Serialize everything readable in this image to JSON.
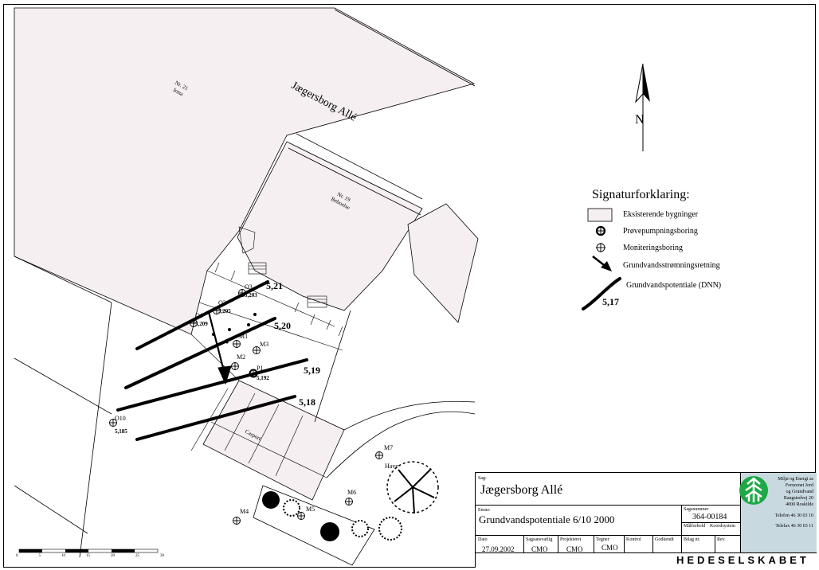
{
  "map": {
    "street_name": "Jægersborg Allé",
    "buildings": [
      {
        "number": "Nr. 21",
        "use": "Irma"
      },
      {
        "number": "Nr. 19",
        "use": "Beboelse"
      }
    ],
    "carport_label": "Carport",
    "north_label": "N",
    "wells": [
      {
        "id": "O1",
        "value": "5,209"
      },
      {
        "id": "O2",
        "value": "5,205"
      },
      {
        "id": "O3",
        "value": "5,203"
      },
      {
        "id": "M1",
        "value": ""
      },
      {
        "id": "M2",
        "value": ""
      },
      {
        "id": "M3",
        "value": ""
      },
      {
        "id": "P1",
        "value": "5,192"
      },
      {
        "id": "O10",
        "value": "5,185"
      },
      {
        "id": "M4",
        "value": ""
      },
      {
        "id": "M5",
        "value": ""
      },
      {
        "id": "M6",
        "value": ""
      },
      {
        "id": "M7",
        "value": ""
      }
    ],
    "contours": [
      "5,21",
      "5,20",
      "5,19",
      "5,18"
    ],
    "have_label": "Have"
  },
  "legend": {
    "title": "Signaturforklaring:",
    "items": [
      {
        "label": "Eksisterende bygninger"
      },
      {
        "label": "Prøvepumpningsboring"
      },
      {
        "label": "Moniteringsboring"
      },
      {
        "label": "Grundvandsstrømningsretning"
      },
      {
        "label": "Grundvandspotentiale (DNN)"
      }
    ],
    "sample_value": "5,17"
  },
  "scale_bar": {
    "ticks": [
      "0",
      "5",
      "10",
      "15",
      "20",
      "25",
      "30"
    ]
  },
  "title_block": {
    "sag_label": "Sag:",
    "sag": "Jægersborg Allé",
    "emne_label": "Emne:",
    "emne": "Grundvandspotentiale 6/10 2000",
    "sagsnummer_label": "Sagsnummer",
    "sagsnummer": "364-00184",
    "maalforhold_label": "Målforhold",
    "koordsystem_label": "Koordsystem",
    "dato_label": "Dato",
    "dato": "27.09.2002",
    "sagsansvarlig_label": "Sagsansvarlig",
    "sagsansvarlig": "CMO",
    "projekteret_label": "Projekteret",
    "projekteret": "CMO",
    "tegner_label": "Tegner",
    "tegner": "CMO",
    "kontrol_label": "Kontrol",
    "godkendt_label": "Godkendt",
    "bilag_label": "Bilag nr.",
    "rev_label": "Rev.",
    "company": "HEDESELSKABET",
    "company_info": [
      "Miljø og Energi as",
      "Forurenet Jord",
      "og Grundvand",
      "Rangstedvej 20",
      "4000 Roskilde"
    ],
    "phone": "Telefon 46 30 03 10",
    "fax": "Telefax 46 30 03 11"
  }
}
